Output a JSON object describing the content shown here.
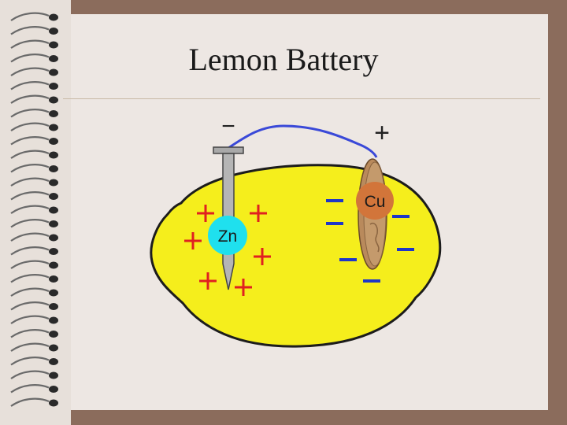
{
  "slide": {
    "title": "Lemon Battery"
  },
  "diagram": {
    "zinc_label": "Zn",
    "copper_label": "Cu",
    "negative_terminal": "−",
    "positive_terminal": "+",
    "colors": {
      "lemon": "#f5ee1c",
      "zinc_circle": "#1fe0ee",
      "copper_circle": "#d2753a",
      "coin": "#c49a6c",
      "wire": "#3a49d8",
      "plus_sign": "#e02020",
      "minus_sign": "#1e36c8"
    }
  }
}
